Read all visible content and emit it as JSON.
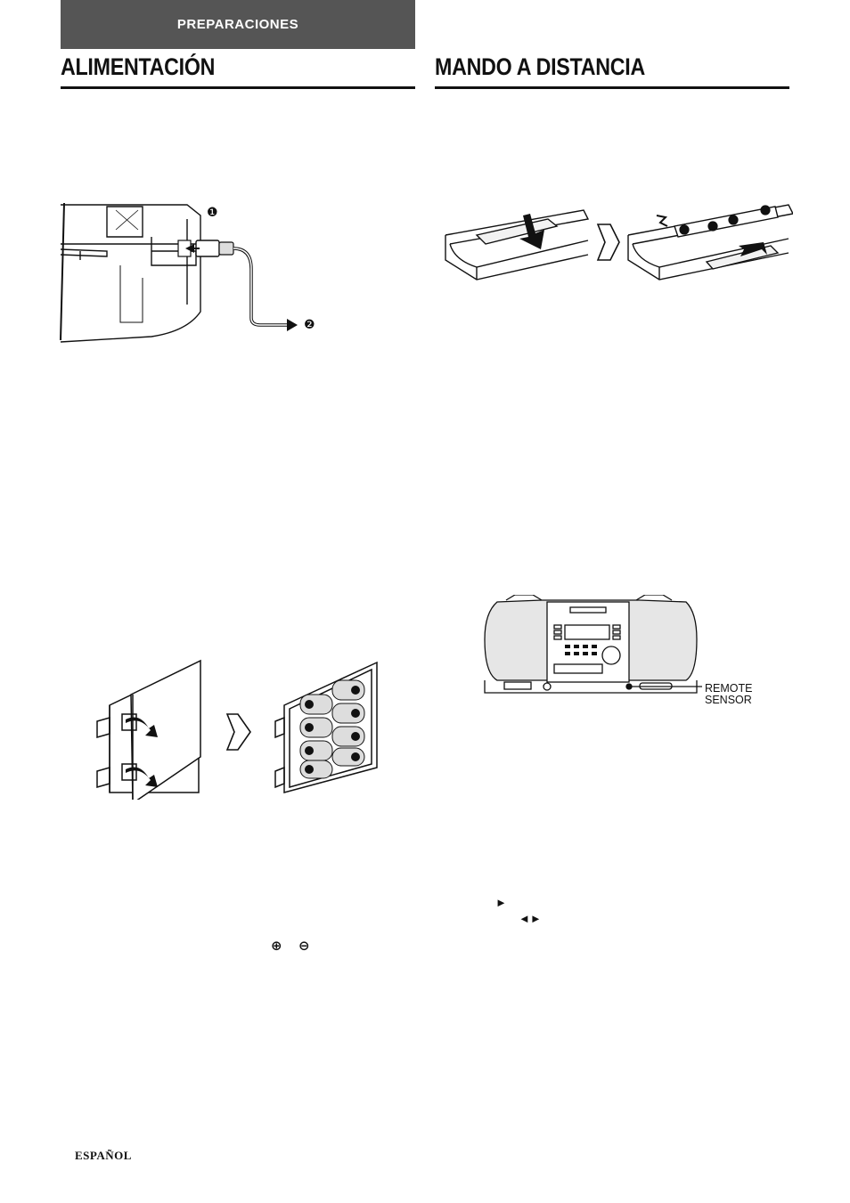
{
  "header": {
    "section_tab": "PREPARACIONES"
  },
  "left": {
    "title": "ALIMENTACIÓN",
    "callout_1": "❶",
    "callout_2": "❷"
  },
  "right": {
    "title": "MANDO A DISTANCIA",
    "sensor_label_1": "REMOTE",
    "sensor_label_2": "SENSOR"
  },
  "text_symbols": {
    "play_symbol": "►",
    "skip_symbols": "◄►",
    "plus_symbol": "⊕",
    "minus_symbol": "⊖"
  },
  "footer": {
    "language": "ESPAÑOL"
  },
  "colors": {
    "tab_background": "#555555",
    "tab_text": "#ffffff",
    "ink": "#111111"
  }
}
